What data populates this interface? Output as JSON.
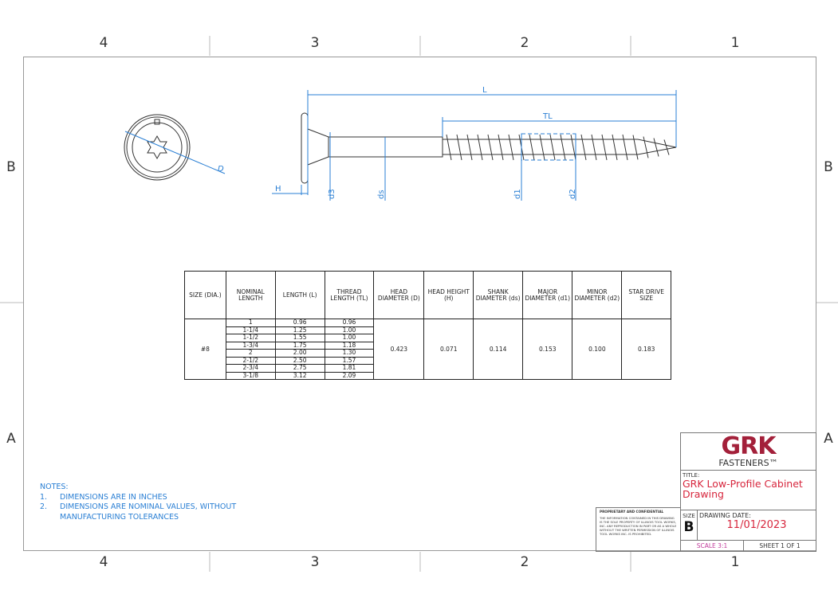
{
  "zones": {
    "columns": [
      "4",
      "3",
      "2",
      "1"
    ],
    "rows": [
      "B",
      "A"
    ]
  },
  "dimension_labels": {
    "L": "L",
    "TL": "TL",
    "D": "D",
    "H": "H",
    "d3": "d3",
    "ds": "ds",
    "d1": "d1",
    "d2": "d2"
  },
  "table": {
    "headers": [
      "SIZE (DIA.)",
      "NOMINAL LENGTH",
      "LENGTH (L)",
      "THREAD LENGTH (TL)",
      "HEAD DIAMETER (D)",
      "HEAD HEIGHT (H)",
      "SHANK DIAMETER (ds)",
      "MAJOR DIAMETER (d1)",
      "MINOR DIAMETER (d2)",
      "STAR DRIVE SIZE"
    ],
    "size": "#8",
    "rows": [
      {
        "nominal": "1",
        "length": "0.96",
        "thread": "0.96"
      },
      {
        "nominal": "1-1/4",
        "length": "1.25",
        "thread": "1.00"
      },
      {
        "nominal": "1-1/2",
        "length": "1.55",
        "thread": "1.00"
      },
      {
        "nominal": "1-3/4",
        "length": "1.75",
        "thread": "1.18"
      },
      {
        "nominal": "2",
        "length": "2.00",
        "thread": "1.30"
      },
      {
        "nominal": "2-1/2",
        "length": "2.50",
        "thread": "1.57"
      },
      {
        "nominal": "2-3/4",
        "length": "2.75",
        "thread": "1.81"
      },
      {
        "nominal": "3-1/8",
        "length": "3.12",
        "thread": "2.09"
      }
    ],
    "head_diameter": "0.423",
    "head_height": "0.071",
    "shank_diameter": "0.114",
    "major_diameter": "0.153",
    "minor_diameter": "0.100",
    "star_drive_size": "0.183"
  },
  "notes": {
    "heading": "NOTES:",
    "items": [
      {
        "num": "1.",
        "text": "DIMENSIONS ARE IN INCHES"
      },
      {
        "num": "2.",
        "text": "DIMENSIONS ARE NOMINAL VALUES, WITHOUT MANUFACTURING TOLERANCES"
      }
    ]
  },
  "title_block": {
    "logo_main": "GRK",
    "logo_sub": "FASTENERS™",
    "title_label": "TITLE:",
    "title": "GRK Low-Profile Cabinet Drawing",
    "size_label": "SIZE",
    "size": "B",
    "date_label": "DRAWING DATE:",
    "date": "11/01/2023",
    "scale": "SCALE 3:1",
    "sheet": "SHEET 1 OF 1",
    "proprietary_heading": "PROPRIETARY AND CONFIDENTIAL",
    "proprietary_text": "THE INFORMATION CONTAINED IN THIS DRAWING IS THE SOLE PROPERTY OF ILLINOIS TOOL WORKS, INC. ANY REPRODUCTION IN PART OR AS A WHOLE WITHOUT THE WRITTEN PERMISSION OF ILLINOIS TOOL WORKS INC. IS PROHIBITED."
  },
  "colors": {
    "dimension": "#2a7fd4",
    "brand": "#a3203a",
    "title": "#d7263d",
    "scale": "#c0399a"
  }
}
